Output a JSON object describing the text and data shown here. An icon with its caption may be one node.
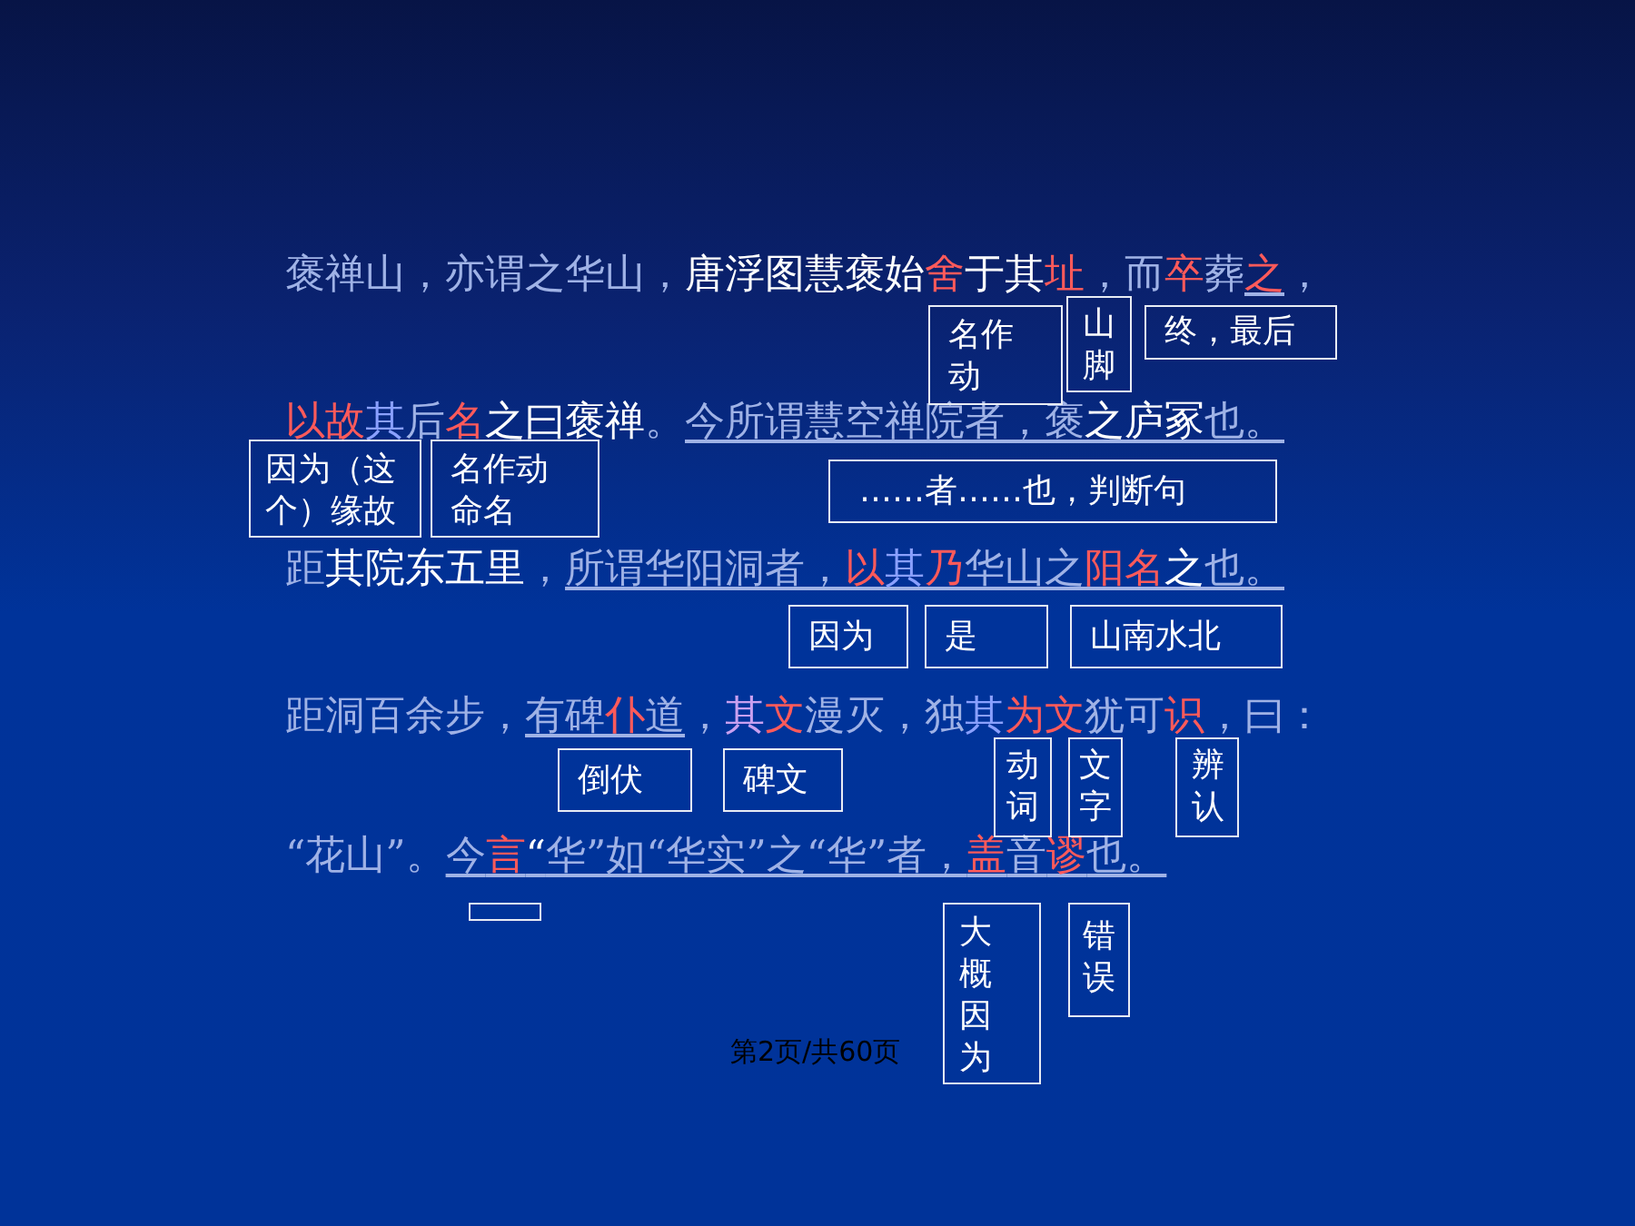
{
  "diagram": {
    "nodes": [
      {
        "text": [
          "名作动"
        ]
      },
      {
        "text": [
          "山脚"
        ]
      },
      {
        "text": [
          "终，最后"
        ]
      },
      {
        "text": [
          "因为（这个）缘故"
        ]
      },
      {
        "text": [
          "名作动命名"
        ]
      },
      {
        "text": [
          "……者……也，判断句"
        ]
      },
      {
        "text": [
          "因为"
        ]
      },
      {
        "text": [
          "是"
        ]
      },
      {
        "text": [
          "山南水北"
        ]
      },
      {
        "text": [
          "倒伏"
        ]
      },
      {
        "text": [
          "碑文"
        ]
      },
      {
        "text": [
          "动词"
        ]
      },
      {
        "text": [
          "文字"
        ]
      },
      {
        "text": [
          "辨认"
        ]
      },
      {
        "text": [],
        "shape": "box"
      },
      {
        "text": [
          "大概因为"
        ]
      },
      {
        "text": [
          "错误"
        ]
      }
    ],
    "labels": [
      "褒禅山，亦谓之华山，唐浮图慧褒始舍于其址，而卒葬之，",
      "以故其后名之曰褒禅。今所谓慧空禅院者，褒之庐冢也。",
      "距其院东五里，所谓华阳洞者，以其乃华山之阳名之也。",
      "距洞百余步，有碑仆道，其文漫灭，独其为文犹可识，曰：",
      "“花山”。今言“华”如“华实”之“华”者，盖音谬也。",
      "第2页/共60页"
    ]
  }
}
